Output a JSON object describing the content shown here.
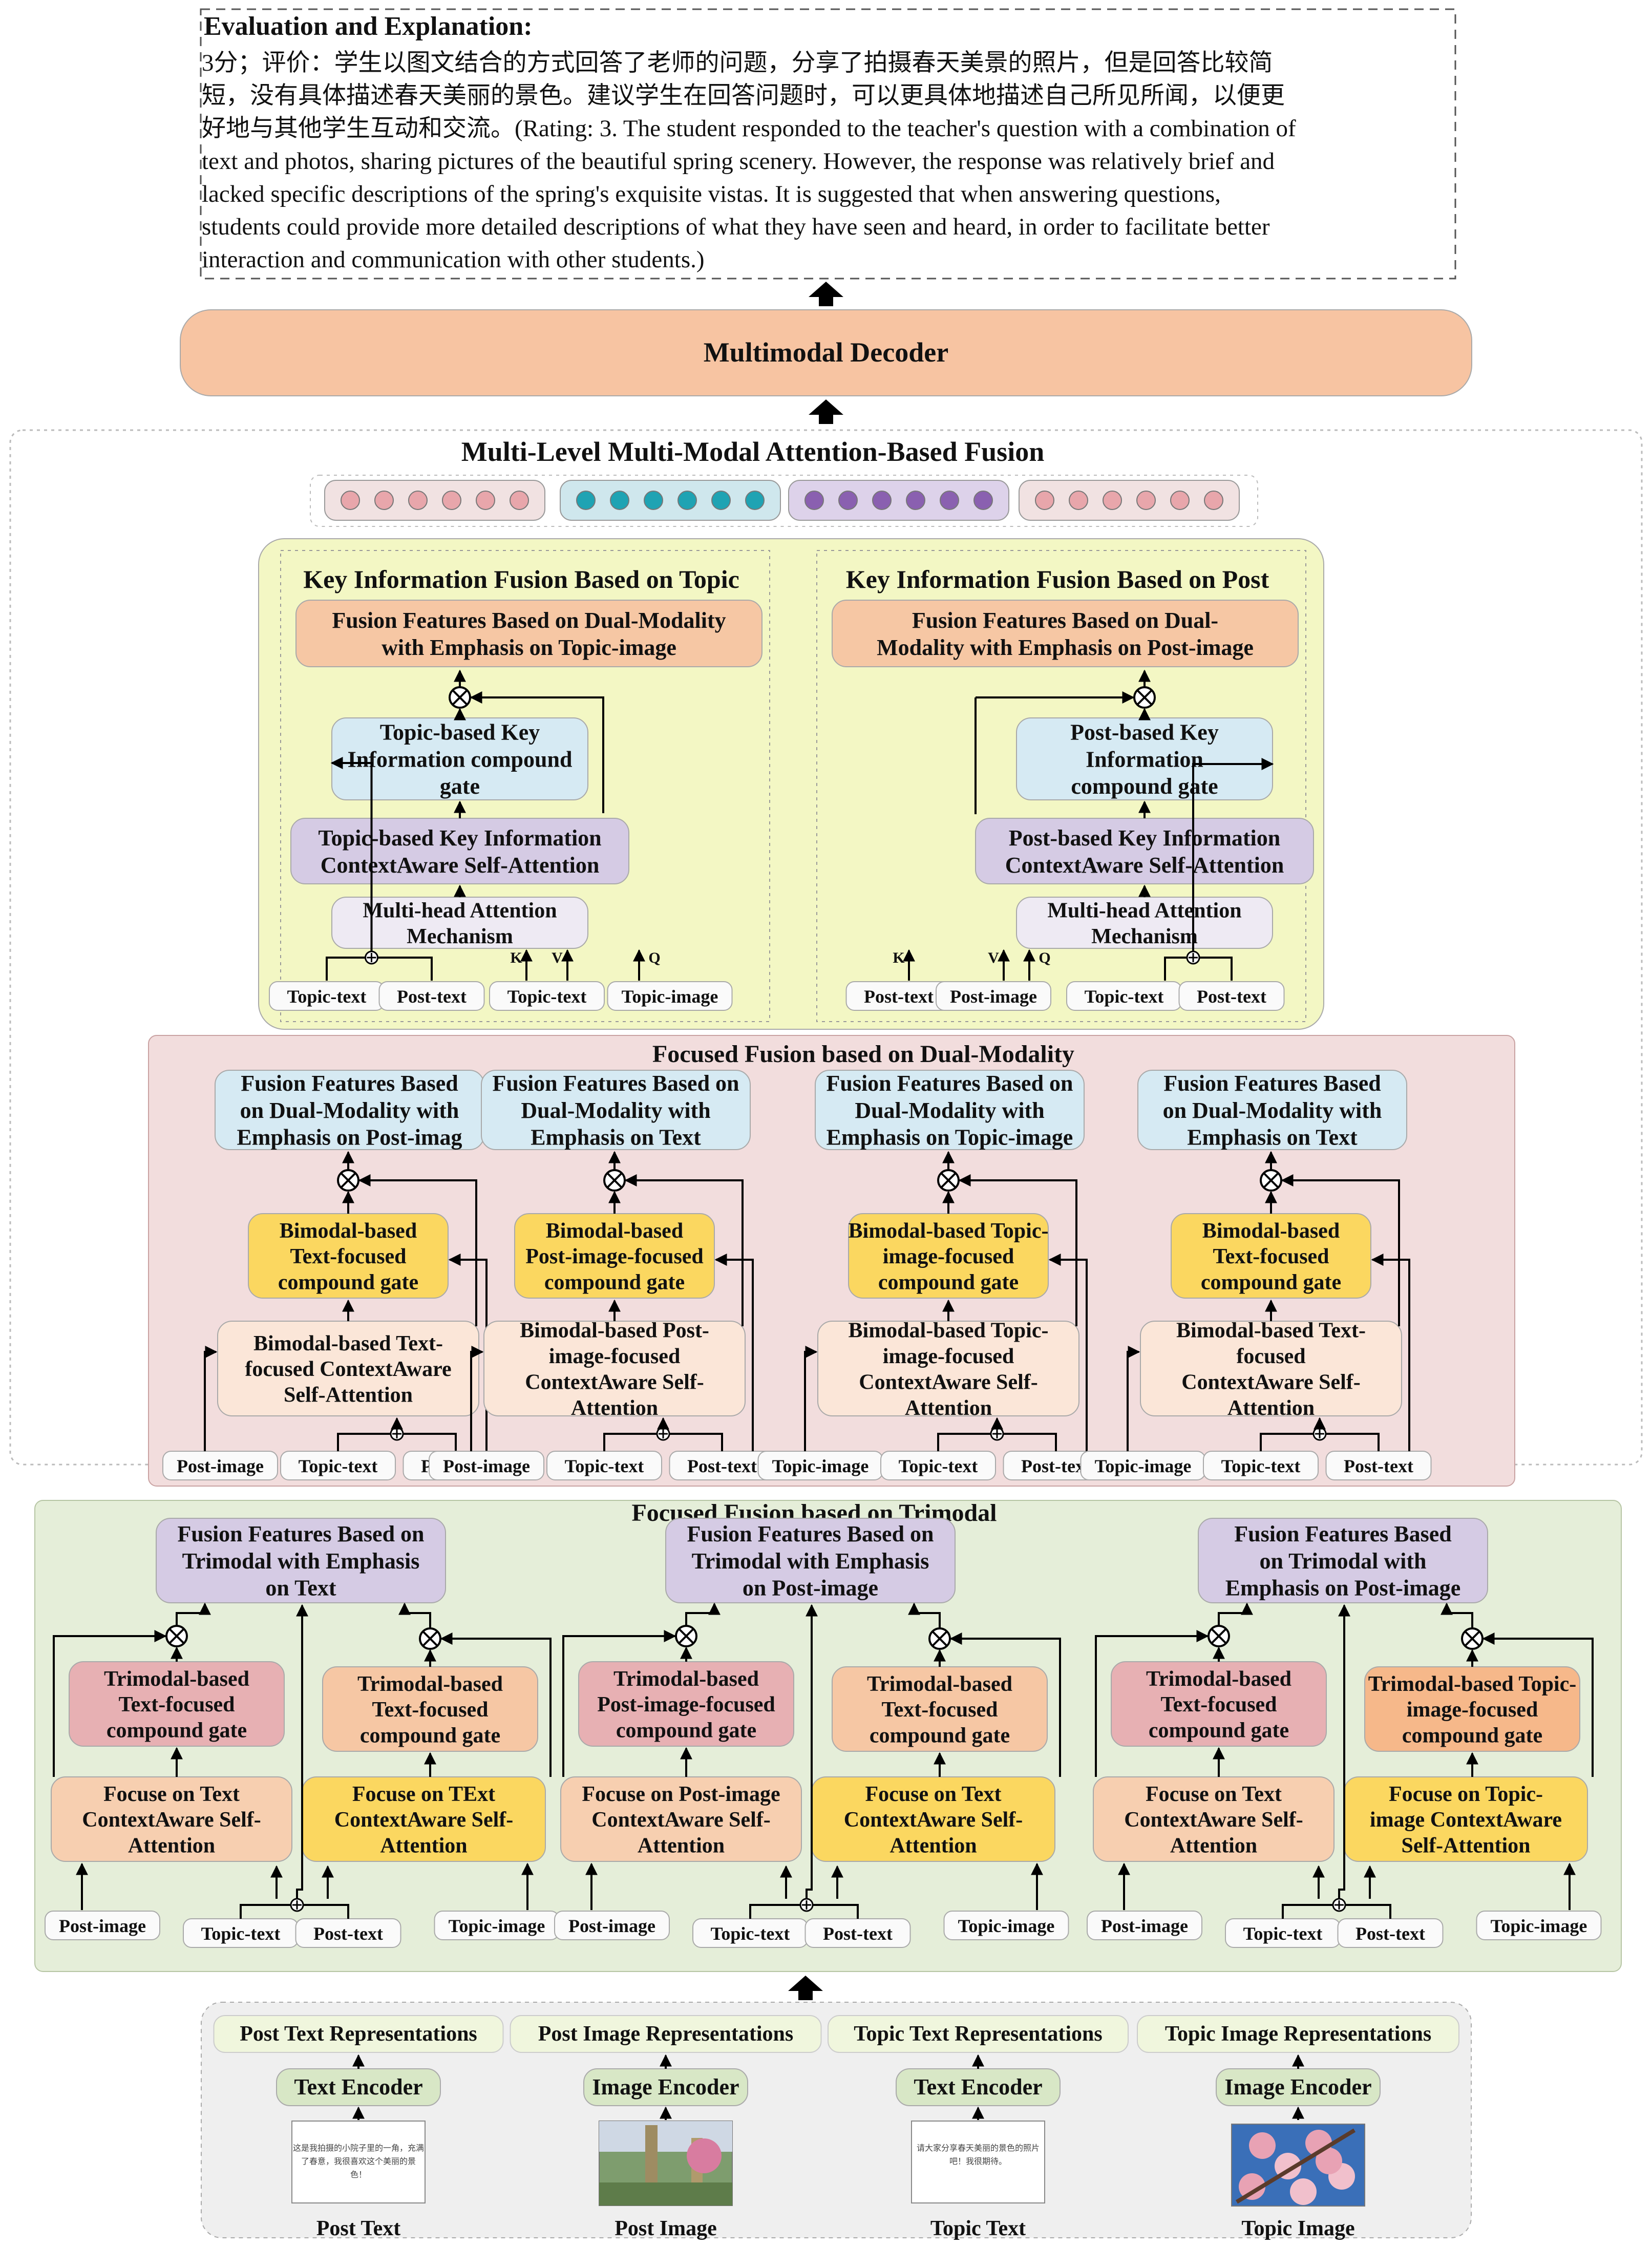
{
  "header": {
    "eval_title": "Evaluation and Explanation:",
    "eval_lines": [
      "3分；评价：学生以图文结合的方式回答了老师的问题，分享了拍摄春天美景的照片，但是回答比较简",
      "短，没有具体描述春天美丽的景色。建议学生在回答问题时，可以更具体地描述自己所见所闻，以便更",
      "好地与其他学生互动和交流。(Rating: 3. The student responded to the teacher's question with a combination of",
      "text and photos, sharing pictures of the beautiful spring scenery. However, the response was relatively brief and",
      "lacked specific descriptions of the spring's exquisite vistas. It is suggested that when answering questions,",
      "students could provide more detailed descriptions of what they have seen and heard, in order to facilitate better",
      "interaction and communication with other students.)"
    ],
    "decoder": "Multimodal Decoder",
    "fusion_title": "Multi-Level Multi-Modal Attention-Based Fusion"
  },
  "colors": {
    "pink": "#e8a6ab",
    "teal": "#1fa3b3",
    "purple": "#8a60b0",
    "yellow_green": "#f3f7c4",
    "rose": "#f2dddd",
    "green": "#e5eed9",
    "orange": "#f6c7a4",
    "lavender": "#d5cbe4",
    "blue": "#d6eaf3",
    "gold": "#fbd760"
  },
  "key_topic": {
    "title": "Key Information Fusion Based on Topic",
    "fusion": [
      "Fusion Features Based on Dual-Modality",
      "with Emphasis on Topic-image"
    ],
    "gate": [
      "Topic-based  Key",
      "Information compound",
      "gate"
    ],
    "attn": [
      "Topic-based  Key Information",
      "ContextAware Self-Attention"
    ],
    "mha": [
      "Multi-head Attention",
      "Mechanism"
    ],
    "kvq": [
      "K",
      "V",
      "Q"
    ],
    "inputs": [
      "Topic-text",
      "Post-text",
      "Topic-text",
      "Topic-image"
    ]
  },
  "key_post": {
    "title": "Key Information Fusion Based on Post",
    "fusion": [
      "Fusion Features Based on Dual-",
      "Modality with Emphasis on Post-image"
    ],
    "gate": [
      "Post-based  Key",
      "Information",
      "compound gate"
    ],
    "attn": [
      "Post-based  Key Information",
      "ContextAware Self-Attention"
    ],
    "mha": [
      "Multi-head Attention",
      "Mechanism"
    ],
    "kvq": [
      "K",
      "V",
      "Q"
    ],
    "inputs": [
      "Post-text",
      "Post-image",
      "Topic-text",
      "Post-text"
    ]
  },
  "dual": {
    "title": "Focused Fusion based on Dual-Modality",
    "cols": [
      {
        "fusion": [
          "Fusion Features Based",
          "on Dual-Modality with",
          "Emphasis on Post-imag"
        ],
        "gate": [
          "Bimodal-based",
          "Text-focused",
          "compound gate"
        ],
        "attn": [
          "Bimodal-based Text-",
          "focused ContextAware",
          "Self-Attention"
        ],
        "inputs": [
          "Post-image",
          "Topic-text",
          "Post-text"
        ]
      },
      {
        "fusion": [
          "Fusion Features Based on",
          "Dual-Modality with",
          "Emphasis on Text"
        ],
        "gate": [
          "Bimodal-based",
          "Post-image-focused",
          "compound gate"
        ],
        "attn": [
          "Bimodal-based Post-",
          "image-focused",
          "ContextAware Self-",
          "Attention"
        ],
        "inputs": [
          "Post-image",
          "Topic-text",
          "Post-text"
        ]
      },
      {
        "fusion": [
          "Fusion Features Based on",
          "Dual-Modality with",
          "Emphasis on Topic-image"
        ],
        "gate": [
          "Bimodal-based Topic-",
          "image-focused",
          "compound gate"
        ],
        "attn": [
          "Bimodal-based Topic-",
          "image-focused",
          "ContextAware Self-",
          "Attention"
        ],
        "inputs": [
          "Topic-image",
          "Topic-text",
          "Post-text"
        ]
      },
      {
        "fusion": [
          "Fusion Features Based",
          "on Dual-Modality with",
          "Emphasis on Text"
        ],
        "gate": [
          "Bimodal-based",
          "Text-focused",
          "compound gate"
        ],
        "attn": [
          "Bimodal-based Text-",
          "focused",
          "ContextAware Self-",
          "Attention"
        ],
        "inputs": [
          "Topic-image",
          "Topic-text",
          "Post-text"
        ]
      }
    ]
  },
  "tri": {
    "title": "Focused Fusion based on Trimodal",
    "groups": [
      {
        "fusion": [
          "Fusion Features Based on",
          "Trimodal with Emphasis",
          "on Text"
        ],
        "gates": [
          [
            "Trimodal-based",
            "Text-focused",
            "compound gate"
          ],
          [
            "Trimodal-based",
            "Text-focused",
            "compound gate"
          ]
        ],
        "attns": [
          [
            "Focuse on Text",
            "ContextAware Self-",
            "Attention"
          ],
          [
            "Focuse on TExt",
            "ContextAware Self-",
            "Attention"
          ]
        ],
        "inputs": [
          "Post-image",
          "Topic-text",
          "Post-text",
          "Topic-image"
        ]
      },
      {
        "fusion": [
          "Fusion Features Based on",
          "Trimodal with Emphasis",
          "on Post-image"
        ],
        "gates": [
          [
            "Trimodal-based",
            "Post-image-focused",
            "compound gate"
          ],
          [
            "Trimodal-based",
            "Text-focused",
            "compound gate"
          ]
        ],
        "attns": [
          [
            "Focuse on Post-image",
            "ContextAware Self-",
            "Attention"
          ],
          [
            "Focuse on Text",
            "ContextAware Self-",
            "Attention"
          ]
        ],
        "inputs": [
          "Post-image",
          "Topic-text",
          "Post-text",
          "Topic-image"
        ]
      },
      {
        "fusion": [
          "Fusion Features Based",
          "on Trimodal with",
          "Emphasis on Post-image"
        ],
        "gates": [
          [
            "Trimodal-based",
            "Text-focused",
            "compound gate"
          ],
          [
            "Trimodal-based Topic-",
            "image-focused",
            "compound gate"
          ]
        ],
        "attns": [
          [
            "Focuse on Text",
            "ContextAware Self-",
            "Attention"
          ],
          [
            "Focuse on Topic-",
            "image ContextAware",
            "Self-Attention"
          ]
        ],
        "inputs": [
          "Post-image",
          "Topic-text",
          "Post-text",
          "Topic-image"
        ]
      }
    ]
  },
  "encoders": [
    {
      "repr": "Post Text Representations",
      "encoder": "Text Encoder",
      "caption": "Post Text",
      "doc_lines": [
        "这是我拍摄的小院子里的一角，充满",
        "了春意，我很喜欢这个美丽的景",
        "色！"
      ]
    },
    {
      "repr": "Post Image  Representations",
      "encoder": "Image Encoder",
      "caption": "Post Image"
    },
    {
      "repr": "Topic Text Representations",
      "encoder": "Text Encoder",
      "caption": "Topic Text",
      "doc_lines": [
        "请大家分享春天美丽的景色的照片",
        "吧！我很期待。"
      ]
    },
    {
      "repr": "Topic Image  Representations",
      "encoder": "Image Encoder",
      "caption": "Topic Image"
    }
  ]
}
